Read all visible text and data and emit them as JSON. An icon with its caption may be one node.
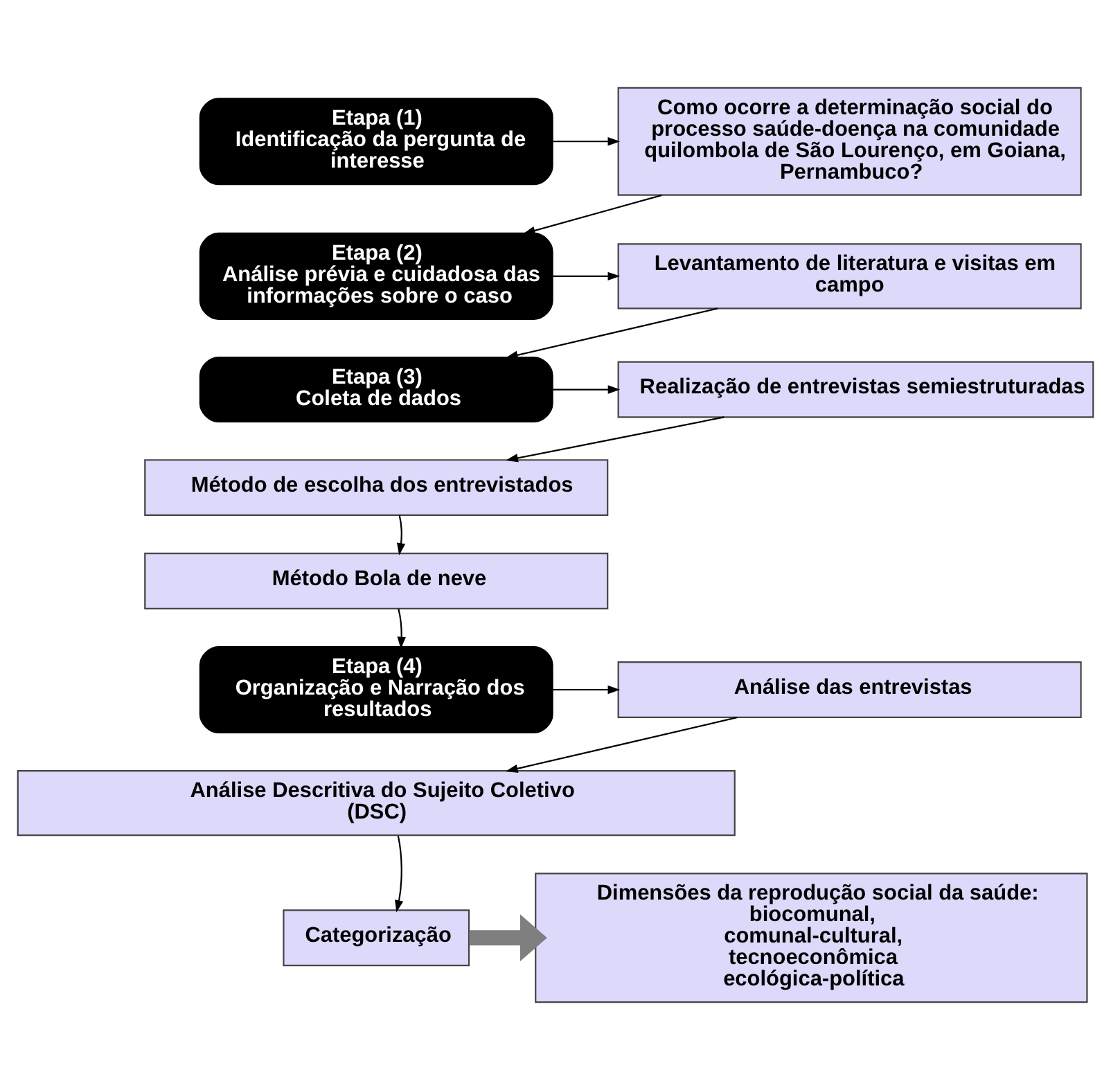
{
  "diagram": {
    "nodes": [
      {
        "text": [
          "Etapa (1)",
          "Identificação da pergunta de interesse"
        ]
      },
      {
        "text": [
          "Como ocorre a determinação social do processo saúde-doença na comunidade quilombola de São Lourenço, em Goiana, Pernambuco?"
        ]
      },
      {
        "text": [
          "Etapa (2)",
          "Análise prévia e cuidadosa das informações sobre o caso"
        ]
      },
      {
        "text": [
          "Levantamento de literatura e visitas em campo"
        ]
      },
      {
        "text": [
          "Etapa (3)",
          "Coleta de dados"
        ]
      },
      {
        "text": [
          "Realização de entrevistas semiestruturadas"
        ]
      },
      {
        "text": [
          "Método de escolha dos entrevistados"
        ]
      },
      {
        "text": [
          "Método Bola de neve"
        ]
      },
      {
        "text": [
          "Etapa (4)",
          "Organização e Narração dos resultados"
        ]
      },
      {
        "text": [
          "Análise das entrevistas"
        ]
      },
      {
        "text": [
          "Análise Descritiva do Sujeito Coletivo (DSC)"
        ]
      },
      {
        "text": [
          "Categorização"
        ]
      },
      {
        "text": [
          "Dimensões da reprodução social da saúde:",
          "biocomunal,",
          "comunal-cultural,",
          "tecnoeconômica",
          "ecológica-política"
        ]
      }
    ],
    "edges": [
      {
        "from": 0,
        "to": 1,
        "arrow": "to"
      },
      {
        "from": 1,
        "to": 2,
        "arrow": "to"
      },
      {
        "from": 2,
        "to": 3,
        "arrow": "to"
      },
      {
        "from": 3,
        "to": 4,
        "arrow": "to"
      },
      {
        "from": 4,
        "to": 5,
        "arrow": "to"
      },
      {
        "from": 5,
        "to": 6,
        "arrow": "to"
      },
      {
        "from": 6,
        "to": 7,
        "arrow": "to"
      },
      {
        "from": 7,
        "to": 8,
        "arrow": "to"
      },
      {
        "from": 8,
        "to": 9,
        "arrow": "to"
      },
      {
        "from": 9,
        "to": 10,
        "arrow": "to"
      },
      {
        "from": 10,
        "to": 11,
        "arrow": "to"
      },
      {
        "from": 11,
        "to": 12,
        "arrow": "to",
        "style": "thick",
        "color": "#7f7f7f"
      }
    ]
  }
}
